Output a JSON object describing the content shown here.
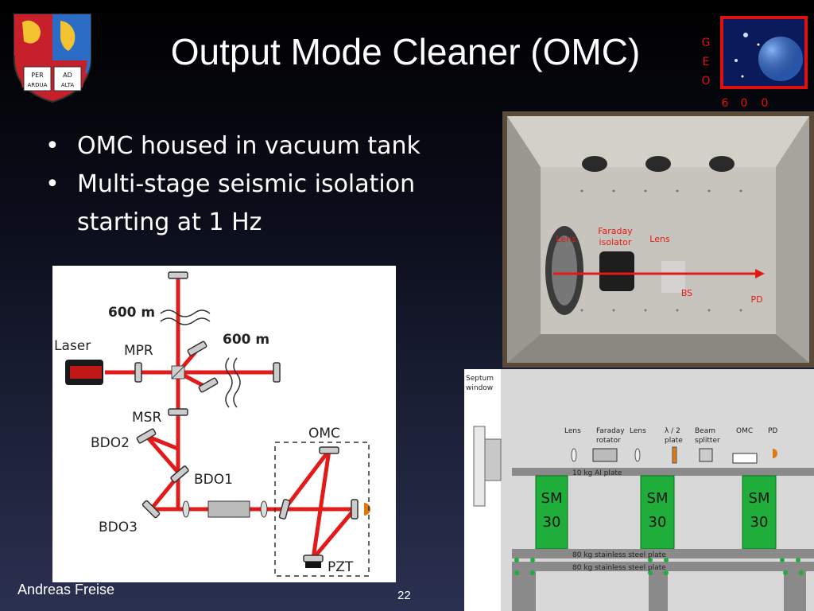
{
  "slide": {
    "title": "Output Mode Cleaner (OMC)",
    "bullets": [
      "OMC housed in vacuum tank",
      "Multi-stage seismic isolation",
      "starting at 1 Hz"
    ],
    "author": "Andreas Freise",
    "page_number": "22"
  },
  "logos": {
    "crest_motto": [
      "PER",
      "AD",
      "ARDUA",
      "ALTA"
    ],
    "geo_letters": [
      "G",
      "E",
      "O"
    ],
    "geo_number": [
      "6",
      "0",
      "0"
    ]
  },
  "photo_labels": {
    "lens1": "Lens",
    "faraday": [
      "Faraday",
      "isolator"
    ],
    "lens2": "Lens",
    "bs": "BS",
    "pd": "PD"
  },
  "schematic": {
    "arm1_length": "600 m",
    "arm2_length": "600 m",
    "laser": "Laser",
    "mpr": "MPR",
    "msr": "MSR",
    "bdo2": "BDO2",
    "bdo1": "BDO1",
    "bdo3": "BDO3",
    "omc": "OMC",
    "pzt": "PZT"
  },
  "bench": {
    "septum": [
      "Septum",
      "window"
    ],
    "lens1": "Lens",
    "faraday": [
      "Faraday",
      "rotator"
    ],
    "lens2": "Lens",
    "halfwave": [
      "λ / 2",
      "plate"
    ],
    "beamsplitter": [
      "Beam",
      "splitter"
    ],
    "omc": "OMC",
    "pd": "PD",
    "plate_top": "10 kg Al plate",
    "sm_label": "SM",
    "sm_value": "30",
    "plate_mid": "80 kg stainless steel plate",
    "plate_bot": "80 kg stainless steel plate"
  },
  "colors": {
    "beam": "#e21a1a",
    "sm_green": "#1fae3a",
    "geo_red": "#e01010"
  }
}
